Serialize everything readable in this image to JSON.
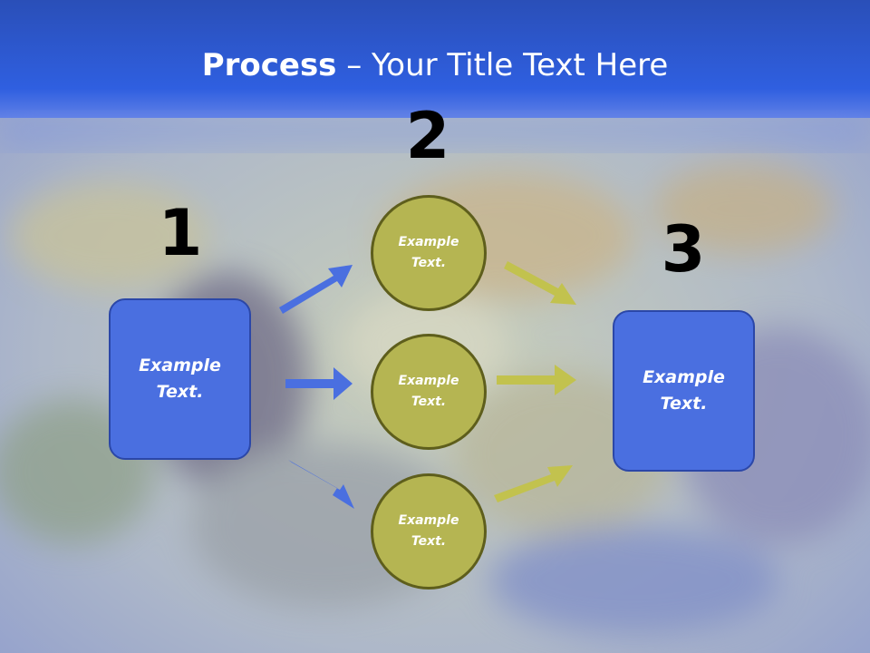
{
  "title": {
    "bold": "Process",
    "rest": " – Your Title Text Here"
  },
  "steps": {
    "one": "1",
    "two": "2",
    "three": "3"
  },
  "nodes": {
    "left": {
      "line1": "Example",
      "line2": "Text."
    },
    "top": {
      "line1": "Example",
      "line2": "Text."
    },
    "middle": {
      "line1": "Example",
      "line2": "Text."
    },
    "bottom": {
      "line1": "Example",
      "line2": "Text."
    },
    "right": {
      "line1": "Example",
      "line2": "Text."
    }
  },
  "colors": {
    "header": "#2a57d6",
    "box": "#4a6fe0",
    "circle": "#b5b552",
    "blue_arrow": "#4a6fe0",
    "olive_arrow": "#c2c24e"
  }
}
